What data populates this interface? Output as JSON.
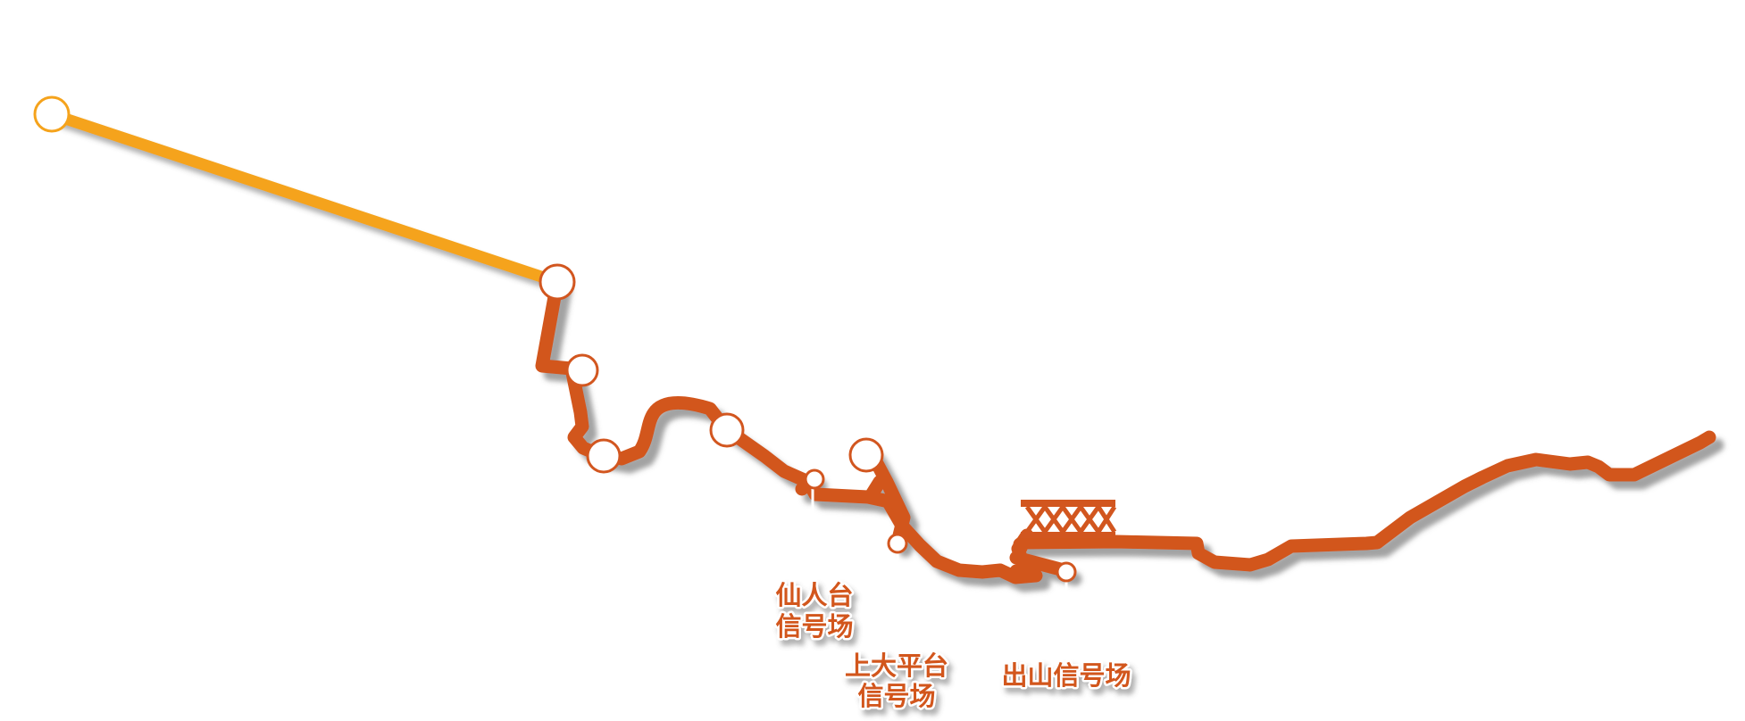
{
  "colors": {
    "main_line": "#d2561f",
    "branch_line": "#f5a31c",
    "station_fill": "#ffffff",
    "shadow": "#555555"
  },
  "stations": {
    "xianrentai": {
      "line1": "仙人台",
      "line2": "信号场"
    },
    "shangdapingtai": {
      "line1": "上大平台",
      "line2": "信号场"
    },
    "chushan": {
      "line1": "出山信号场"
    }
  },
  "bridge": {
    "icon": "truss-bridge-icon"
  }
}
